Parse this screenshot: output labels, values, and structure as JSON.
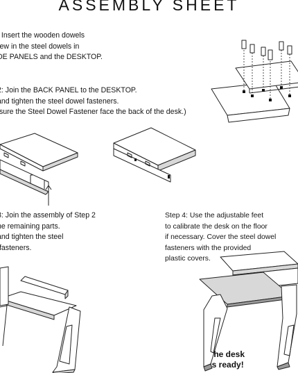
{
  "sheet": {
    "title": "ASSEMBLY SHEET"
  },
  "steps": [
    {
      "text": ": Insert the wooden dowels\nrew in the steel dowels in\nDE PANELS and the DESKTOP."
    },
    {
      "text": "2: Join the BACK PANEL to the DESKTOP.\nand tighten the steel dowel fasteners.\n sure the Steel Dowel Fastener face the back of the desk.)"
    },
    {
      "text": "3: Join the assembly of Step 2\nhe remaining parts.\nand tighten the steel\n fasteners."
    },
    {
      "text": "Step 4: Use the adjustable feet\nto calibrate the desk on the floor\nif necessary. Cover the steel dowel\nfasteners with the provided\nplastic covers."
    }
  ],
  "final_note": "The desk\nis ready!",
  "illustrations": [
    {
      "name": "dowel-insertion-illustration"
    },
    {
      "name": "back-panel-join-illustration"
    },
    {
      "name": "back-panel-joined-illustration"
    },
    {
      "name": "side-assembly-illustration"
    },
    {
      "name": "finished-desk-illustration"
    }
  ]
}
